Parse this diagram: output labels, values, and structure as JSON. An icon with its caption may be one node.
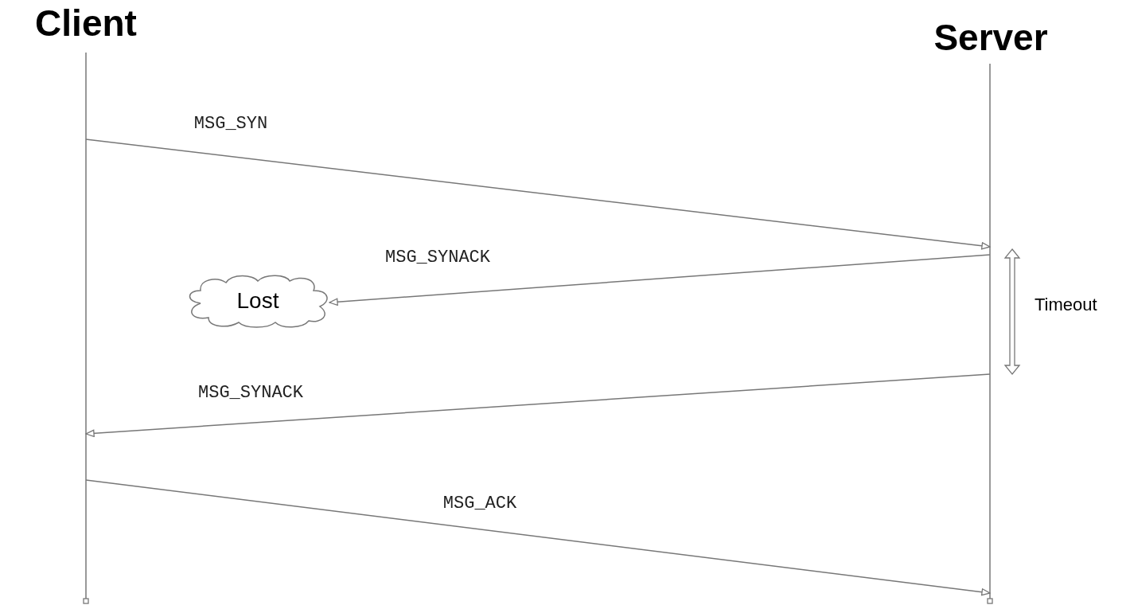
{
  "diagram": {
    "nodes": [
      {
        "text": [
          "Client"
        ]
      },
      {
        "text": [
          "Server"
        ]
      },
      {
        "text": [
          "Lost"
        ]
      }
    ],
    "edges": [
      {
        "from": 0,
        "to": 1,
        "arrow": "to",
        "label": "MSG_SYN"
      },
      {
        "from": 1,
        "to": 2,
        "arrow": "to",
        "label": "MSG_SYNACK"
      },
      {
        "from": 1,
        "to": 0,
        "arrow": "to",
        "label": "MSG_SYNACK"
      },
      {
        "from": 0,
        "to": 1,
        "arrow": "to",
        "label": "MSG_ACK"
      }
    ],
    "labels": [
      "Timeout"
    ]
  }
}
